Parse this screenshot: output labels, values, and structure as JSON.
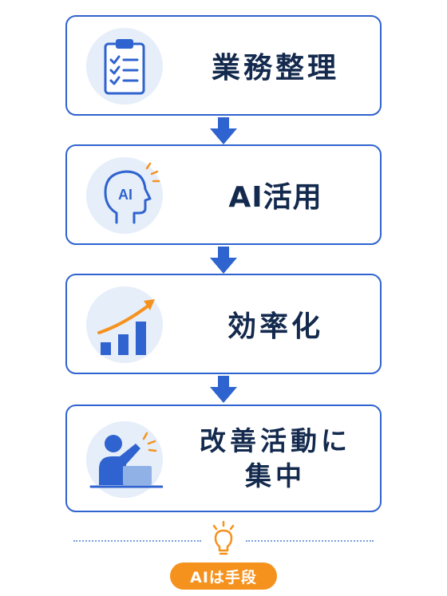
{
  "steps": [
    {
      "label": "業務整理",
      "icon": "clipboard-checklist-icon"
    },
    {
      "label": "AI活用",
      "icon": "ai-head-icon",
      "icon_text": "AI"
    },
    {
      "label": "効率化",
      "icon": "growth-bar-chart-icon"
    },
    {
      "label_line1": "改善活動に",
      "label_line2": "集中",
      "icon": "person-at-laptop-icon"
    }
  ],
  "footer": {
    "badge_label": "AIは手段",
    "icon": "lightbulb-icon"
  },
  "colors": {
    "primary": "#2f63cf",
    "dark_text": "#13294d",
    "icon_bg": "#e6eef9",
    "accent": "#f5921e"
  }
}
